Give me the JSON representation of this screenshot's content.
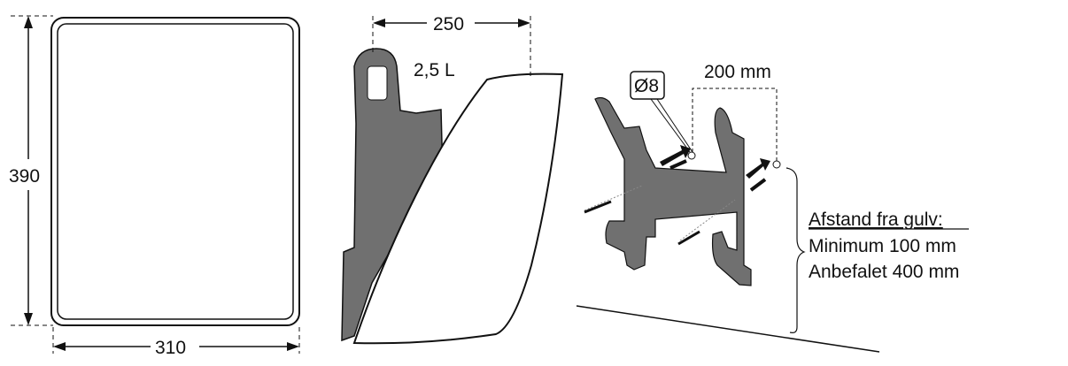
{
  "front_view": {
    "height_label": "390",
    "width_label": "310"
  },
  "side_view": {
    "depth_label": "250",
    "volume_label": "2,5 L"
  },
  "mounting": {
    "drill_label": "Ø8",
    "spacing_label": "200 mm",
    "floor_heading": "Afstand fra gulv:",
    "minimum_label": "Minimum 100 mm",
    "recommended_label": "Anbefalet 400 mm"
  },
  "colors": {
    "part": "#6f6f6f",
    "line": "#111111"
  }
}
